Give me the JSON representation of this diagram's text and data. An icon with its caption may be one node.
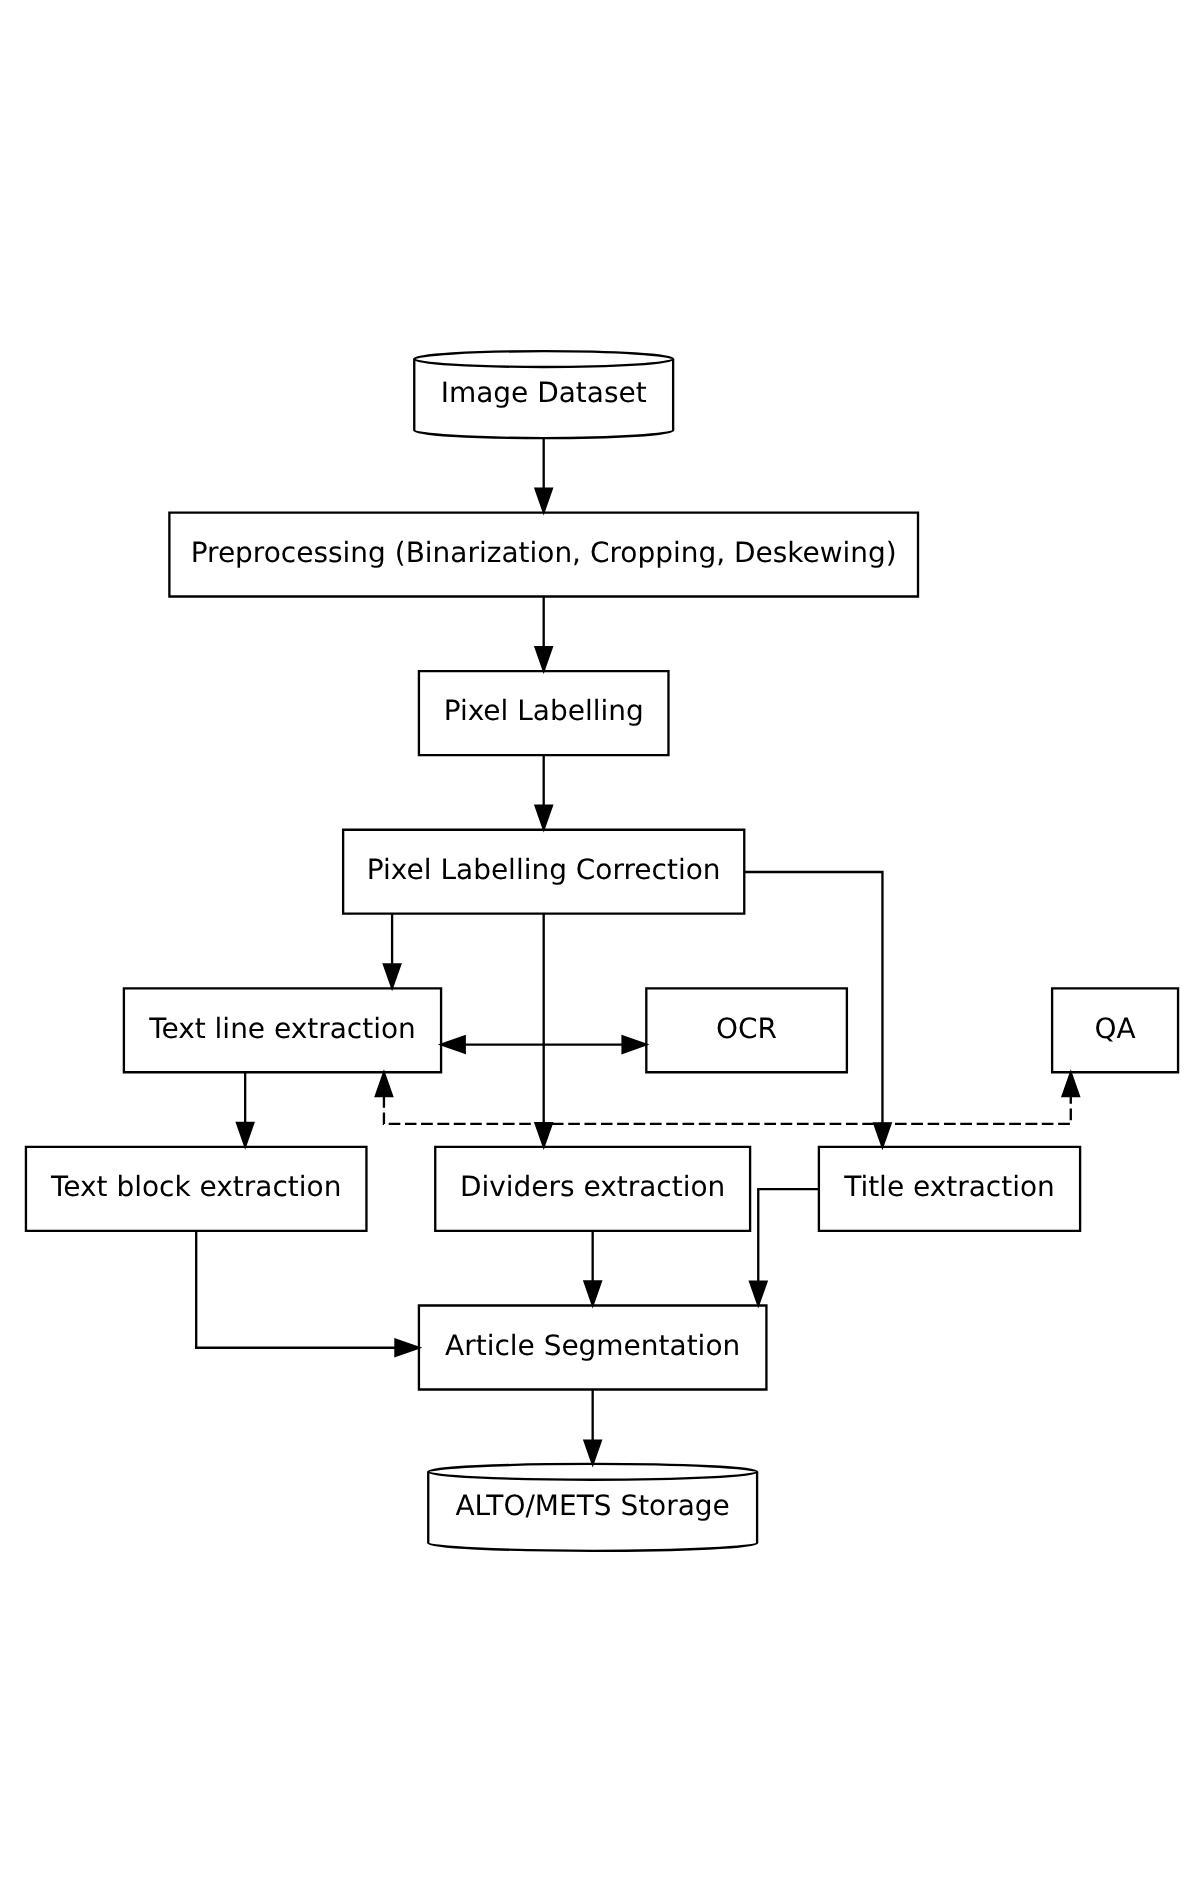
{
  "diagram": {
    "nodes": [
      {
        "text": [
          "Image Dataset"
        ]
      },
      {
        "text": [
          "Preprocessing (Binarization, Cropping, Deskewing)"
        ]
      },
      {
        "text": [
          "Pixel Labelling"
        ]
      },
      {
        "text": [
          "Pixel Labelling Correction"
        ]
      },
      {
        "text": [
          "OCR"
        ]
      },
      {
        "text": [
          "Text line extraction"
        ]
      },
      {
        "text": [
          "QA"
        ]
      },
      {
        "text": [
          "Dividers extraction"
        ]
      },
      {
        "text": [
          "Text block extraction"
        ]
      },
      {
        "text": [
          "Title extraction"
        ]
      },
      {
        "text": [
          "Article Segmentation"
        ]
      },
      {
        "text": [
          "ALTO/METS Storage"
        ]
      }
    ],
    "edges": [
      {
        "from": 0,
        "to": 1,
        "arrow": "to"
      },
      {
        "from": 1,
        "to": 2,
        "arrow": "to"
      },
      {
        "from": 2,
        "to": 3,
        "arrow": "to"
      },
      {
        "from": 3,
        "to": 7,
        "arrow": "to"
      },
      {
        "from": 3,
        "to": 5,
        "arrow": "to"
      },
      {
        "from": 3,
        "to": 9,
        "arrow": "to"
      },
      {
        "from": 4,
        "to": 5,
        "arrow": "both"
      },
      {
        "from": 5,
        "to": 6,
        "arrow": "both",
        "style": "dashed"
      },
      {
        "from": 5,
        "to": 8,
        "arrow": "to"
      },
      {
        "from": 7,
        "to": 10,
        "arrow": "to"
      },
      {
        "from": 8,
        "to": 10,
        "arrow": "to"
      },
      {
        "from": 9,
        "to": 10,
        "arrow": "to"
      },
      {
        "from": 10,
        "to": 11,
        "arrow": "to"
      }
    ]
  }
}
